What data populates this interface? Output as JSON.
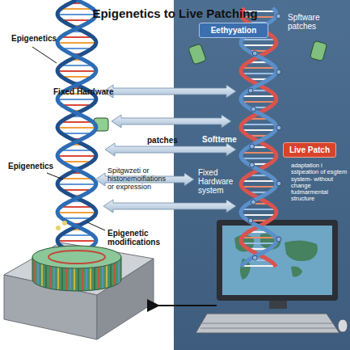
{
  "diagram": {
    "title": "Epigenetics to Live Patching",
    "nodes": [
      {
        "text": [
          "Eethyyation"
        ]
      },
      {
        "text": [
          "Live Patch"
        ]
      }
    ],
    "labels": [
      "Epigenetics",
      "Spftware patches",
      "Fixed Hardware",
      "patches",
      "Softteme",
      "Epigenetics",
      "Spitgwzeti or histonemoifiations or expression",
      "Fixed Hardware system",
      "adaptation i sstpeation of esgtem system- without change fudmarmental structure",
      "Epigenetic modifications"
    ]
  }
}
